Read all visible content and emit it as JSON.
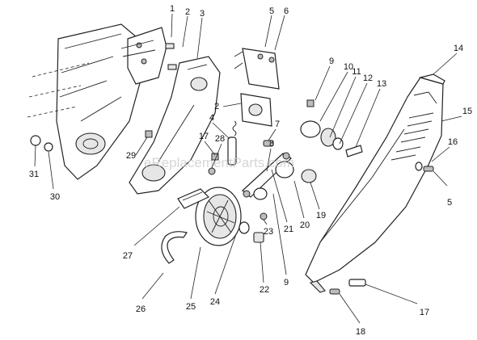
{
  "watermark": "eReplacementParts.com",
  "callouts": {
    "c1": "1",
    "c2a": "2",
    "c3": "3",
    "c5a": "5",
    "c6": "6",
    "c9a": "9",
    "c10": "10",
    "c11": "11",
    "c12": "12",
    "c13": "13",
    "c14": "14",
    "c15": "15",
    "c16": "16",
    "c5b": "5",
    "c2b": "2",
    "c7": "7",
    "c4": "4",
    "c28": "28",
    "c17a": "17",
    "c29": "29",
    "c31": "31",
    "c30": "30",
    "c8": "8",
    "c21": "21",
    "c20": "20",
    "c19": "19",
    "c23": "23",
    "c27": "27",
    "c26": "26",
    "c25": "25",
    "c24": "24",
    "c22": "22",
    "c9b": "9",
    "c17b": "17",
    "c18": "18"
  }
}
